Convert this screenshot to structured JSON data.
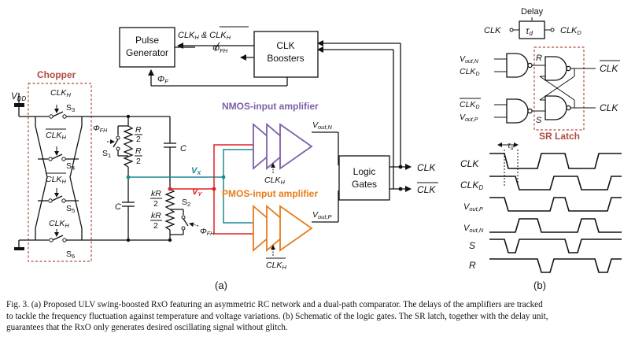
{
  "labels": {
    "vdd": "V",
    "vdd_sub": "DD",
    "chopper": "Chopper",
    "clkh": "CLK",
    "sub_h": "H",
    "s3": "S",
    "s3_sub": "3",
    "s4": "S",
    "s4_sub": "4",
    "s5": "S",
    "s5_sub": "5",
    "s6": "S",
    "s6_sub": "6",
    "s1": "S",
    "s1_sub": "1",
    "s2": "S",
    "s2_sub": "2",
    "phi_fh": "Φ",
    "sub_fh": "FH",
    "phi_f": "Φ",
    "sub_f": "F",
    "r": "R",
    "two": "2",
    "kr": "kR",
    "c": "C",
    "vx": "V",
    "vx_sub": "X",
    "vy": "V",
    "vy_sub": "Y",
    "pulse_gen_1": "Pulse",
    "pulse_gen_2": "Generator",
    "clk_boosters_1": "CLK",
    "clk_boosters_2": "Boosters",
    "clkh_pair_amp": "&",
    "nmos_amp": "NMOS-input amplifier",
    "pmos_amp": "PMOS-input amplifier",
    "vout": "V",
    "vout_n_sub": "out,N",
    "vout_p_sub": "out,P",
    "logic_1": "Logic",
    "logic_2": "Gates",
    "clk": "CLK",
    "panel_a": "(a)",
    "delay": "Delay",
    "tau": "τ",
    "tau_sub": "d",
    "clkd": "CLK",
    "clkd_sub": "D",
    "latch_r": "R",
    "latch_s": "S",
    "sr_latch": "SR Latch",
    "wave_clk": "CLK",
    "wave_clkd": "CLK",
    "wave_vout": "V",
    "wave_vout_p_sub": "out,P",
    "wave_vout_n_sub": "out,N",
    "wave_s": "S",
    "wave_r": "R",
    "panel_b": "(b)"
  },
  "colors": {
    "chopper_box": "#b04a42",
    "latch_box": "#b04a42",
    "chopper_label": "#b04a42",
    "vx_net": "#1f8a94",
    "vy_net": "#e02020",
    "nmos_amp": "#7d5fa8",
    "pmos_amp": "#e77b1c"
  },
  "caption": {
    "line1": "Fig. 3.   (a) Proposed ULV swing-boosted RxO featuring an asymmetric RC network and a dual-path comparator. The delays of the amplifiers are tracked",
    "line2": "to tackle the frequency fluctuation against temperature and voltage variations. (b) Schematic of the logic gates. The SR latch, together with the delay unit,",
    "line3": "guarantees that the RxO only generates desired oscillating signal without glitch."
  }
}
